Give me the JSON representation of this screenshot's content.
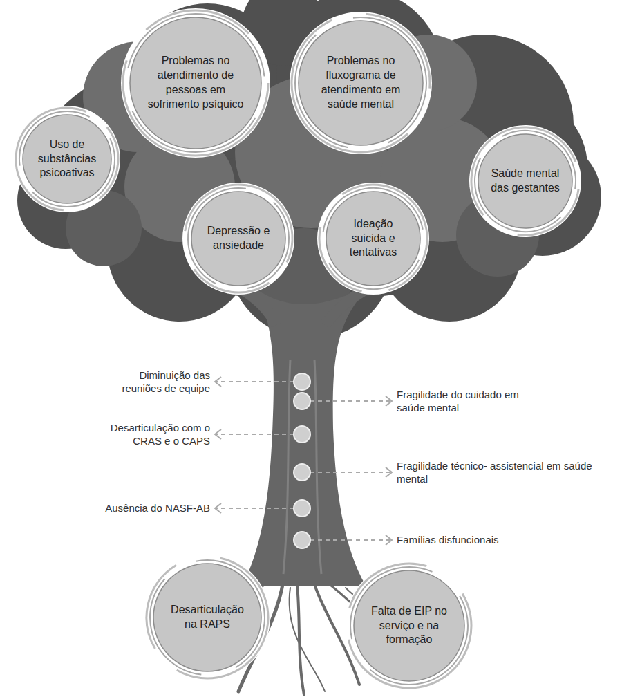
{
  "diagram": {
    "nodes": [
      {
        "text": [
          "Problemas no atendimento de pessoas em sofrimento psíquico"
        ]
      },
      {
        "text": [
          "Problemas no fluxograma de atendimento em saúde mental"
        ]
      },
      {
        "text": [
          "Uso de substâncias psicoativas"
        ]
      },
      {
        "text": [
          "Saúde mental das gestantes"
        ]
      },
      {
        "text": [
          "Depressão e ansiedade"
        ]
      },
      {
        "text": [
          "Ideação suicida e tentativas"
        ]
      },
      {
        "text": [
          "Desarticulação na RAPS"
        ]
      },
      {
        "text": [
          "Falta de EIP no serviço e na formação"
        ]
      }
    ],
    "labels": [
      "Diminuição das reuniões de equipe",
      "Fragilidade do cuidado em saúde mental",
      "Desarticulação com o CRAS e o CAPS",
      "Fragilidade técnico- assistencial em saúde mental",
      "Ausência do NASF-AB",
      "Famílias disfuncionais"
    ]
  }
}
